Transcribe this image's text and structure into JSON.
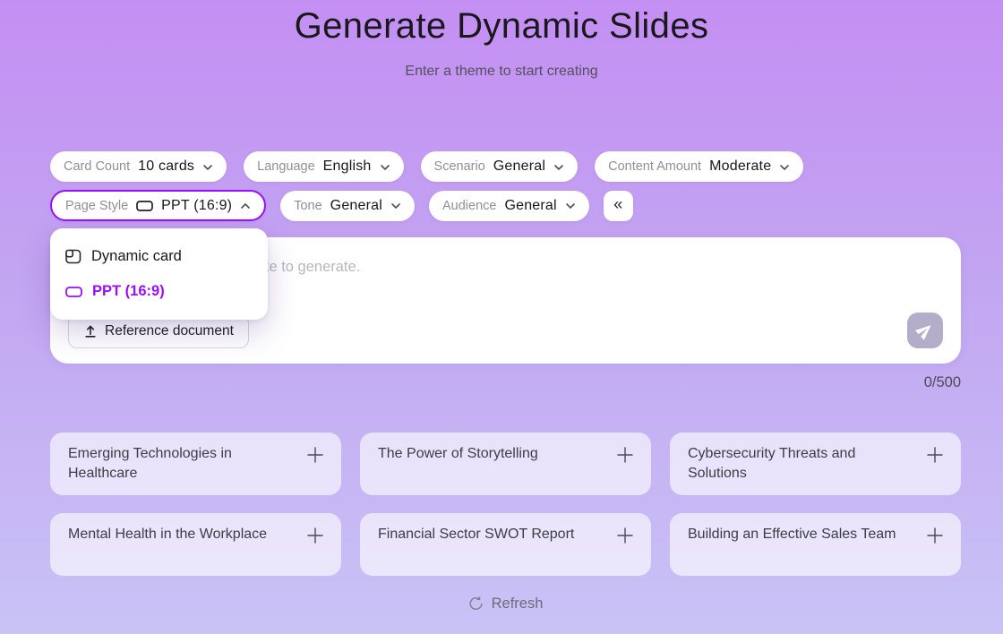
{
  "header": {
    "title": "Generate Dynamic Slides",
    "subtitle": "Enter a theme to start creating"
  },
  "filters": {
    "card_count": {
      "label": "Card Count",
      "value": "10 cards"
    },
    "language": {
      "label": "Language",
      "value": "English"
    },
    "scenario": {
      "label": "Scenario",
      "value": "General"
    },
    "content_amount": {
      "label": "Content Amount",
      "value": "Moderate"
    },
    "page_style": {
      "label": "Page Style",
      "value": "PPT (16:9)"
    },
    "tone": {
      "label": "Tone",
      "value": "General"
    },
    "audience": {
      "label": "Audience",
      "value": "General"
    },
    "collapse_label": "«"
  },
  "page_style_menu": {
    "options": [
      {
        "label": "Dynamic card",
        "selected": false
      },
      {
        "label": "PPT (16:9)",
        "selected": true
      }
    ],
    "selected_value": "PPT (16:9)"
  },
  "composer": {
    "placeholder": "Enter the theme you would like to generate.",
    "reference_button_label": "Reference document",
    "char_count": "0/500"
  },
  "suggestions": {
    "cards": [
      "Emerging Technologies in Healthcare",
      "The Power of Storytelling",
      "Cybersecurity Threats and Solutions",
      "Mental Health in the Workplace",
      "Financial Sector SWOT Report",
      "Building an Effective Sales Team"
    ],
    "refresh_label": "Refresh"
  },
  "colors": {
    "accent_purple": "#9810fa",
    "background_top": "#c48ff3",
    "background_bottom": "#c9c3f6",
    "send_button_bg": "#b4adc9",
    "card_bg": "rgba(255,255,255,0.62)"
  }
}
